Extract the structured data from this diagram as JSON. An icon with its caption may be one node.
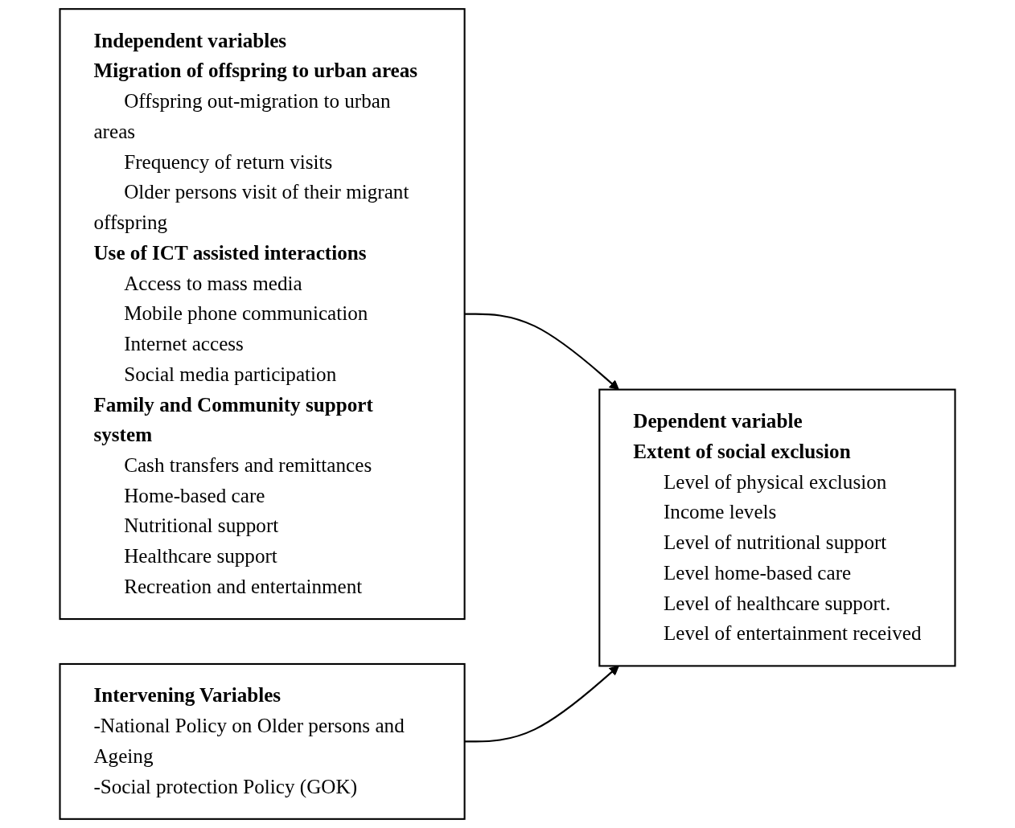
{
  "diagram": {
    "nodes": [
      {
        "text": [
          "Independent variables",
          "Migration of offspring to urban areas",
          "Offspring out-migration to urban areas",
          "Frequency of return visits",
          "Older persons visit of their migrant offspring",
          "Use of ICT assisted interactions",
          "Access to mass media",
          "Mobile phone communication",
          "Internet access",
          "Social media participation",
          "Family and Community support system",
          "Cash transfers and remittances",
          "Home-based care",
          "Nutritional support",
          "Healthcare support",
          "Recreation and entertainment"
        ]
      },
      {
        "text": [
          "Dependent variable",
          "Extent of social exclusion",
          "Level of physical exclusion",
          "Income levels",
          "Level of nutritional support",
          "Level home-based care",
          "Level of healthcare support.",
          "Level of entertainment received"
        ]
      },
      {
        "text": [
          "Intervening Variables",
          "-National Policy on Older persons and Ageing",
          "-Social protection Policy (GOK)"
        ]
      }
    ],
    "edges": [
      {
        "from": 0,
        "to": 1,
        "arrow": "to"
      },
      {
        "from": 2,
        "to": 1,
        "arrow": "to"
      }
    ]
  }
}
